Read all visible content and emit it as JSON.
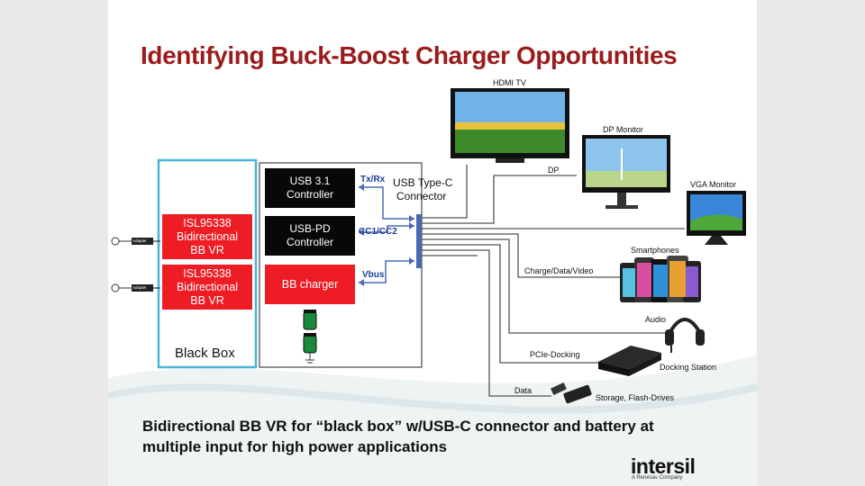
{
  "slide": {
    "title": "Identifying Buck-Boost Charger Opportunities",
    "caption": "Bidirectional BB VR for “black box” w/USB-C connector and battery at multiple input for high power applications",
    "logo": "intersil",
    "logo_sub": "A Renesas Company"
  },
  "black_box": {
    "label": "Black Box",
    "regulators": [
      {
        "lines": [
          "ISL95338",
          "Bidirectional",
          "BB VR"
        ]
      },
      {
        "lines": [
          "ISL95338",
          "Bidirectional",
          "BB VR"
        ]
      }
    ],
    "adapters": [
      "Adapter",
      "Adapter"
    ]
  },
  "blocks": {
    "usb31": [
      "USB 3.1",
      "Controller"
    ],
    "usbpd": [
      "USB-PD",
      "Controller"
    ],
    "bb_charger": "BB charger",
    "connector": [
      "USB Type-C",
      "Connector"
    ]
  },
  "signals": {
    "txrx": "Tx/Rx",
    "cc": "CC1/CC2",
    "vbus": "Vbus"
  },
  "devices": {
    "hdmi_tv": "HDMI TV",
    "dp_monitor": "DP Monitor",
    "dp": "DP",
    "vga_monitor": "VGA Monitor",
    "smartphones": "Smartphones",
    "charge_data_video": "Charge/Data/Video",
    "audio": "Audio",
    "pcie_docking": "PCIe-Docking",
    "docking_station": "Docking Station",
    "data": "Data",
    "storage": "Storage, Flash-Drives"
  },
  "colors": {
    "title": "#9b1b1b",
    "regulator": "#ee1c25",
    "controller": "#080808",
    "black_box_border": "#4ab4d6",
    "signal_label": "#1a3f9a"
  }
}
